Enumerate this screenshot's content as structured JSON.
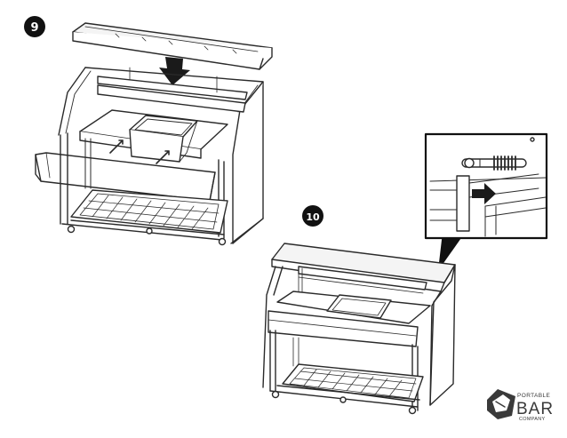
{
  "steps": [
    {
      "number": "9"
    },
    {
      "number": "10"
    }
  ],
  "logo": {
    "line1": "PORTABLE",
    "line2": "BAR",
    "line3": "COMPANY"
  },
  "colors": {
    "line": "#2a2a2a",
    "fill": "#ffffff",
    "light_fill": "#f2f2f2",
    "badge": "#111111",
    "arrow": "#1a1a1a",
    "logo": "#3a3a3a"
  },
  "icons": {
    "down_arrow": "arrow-down-icon",
    "right_arrow": "arrow-right-icon"
  }
}
